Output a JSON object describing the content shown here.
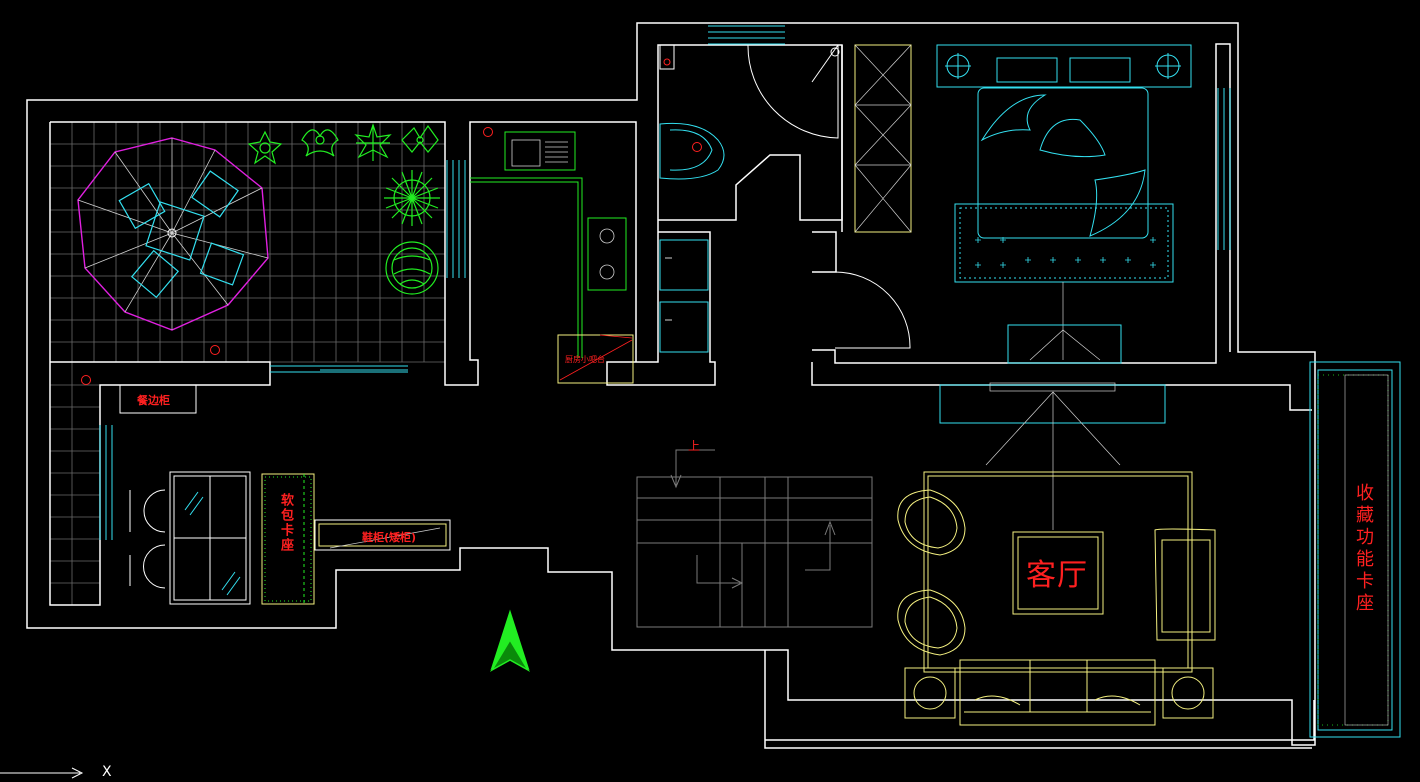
{
  "colors": {
    "wall": "#ffffff",
    "cyan": "#33e0f0",
    "green": "#22ee22",
    "magenta": "#e020e0",
    "yellow": "#f4f080",
    "gray": "#8a8a8a",
    "red": "#ff2020"
  },
  "labels": {
    "sideboard": "餐边柜",
    "soft_seat": "软包卡座",
    "shoe_cabinet": "鞋柜(矮柜)",
    "living_room": "客厅",
    "storage_seat": "收藏功能卡座",
    "kitchen_small": "厨房小吧台",
    "stair_up": "上",
    "axis_x": "X"
  },
  "icons": {
    "north": "north-arrow-icon",
    "axis": "ucs-axis-icon"
  }
}
